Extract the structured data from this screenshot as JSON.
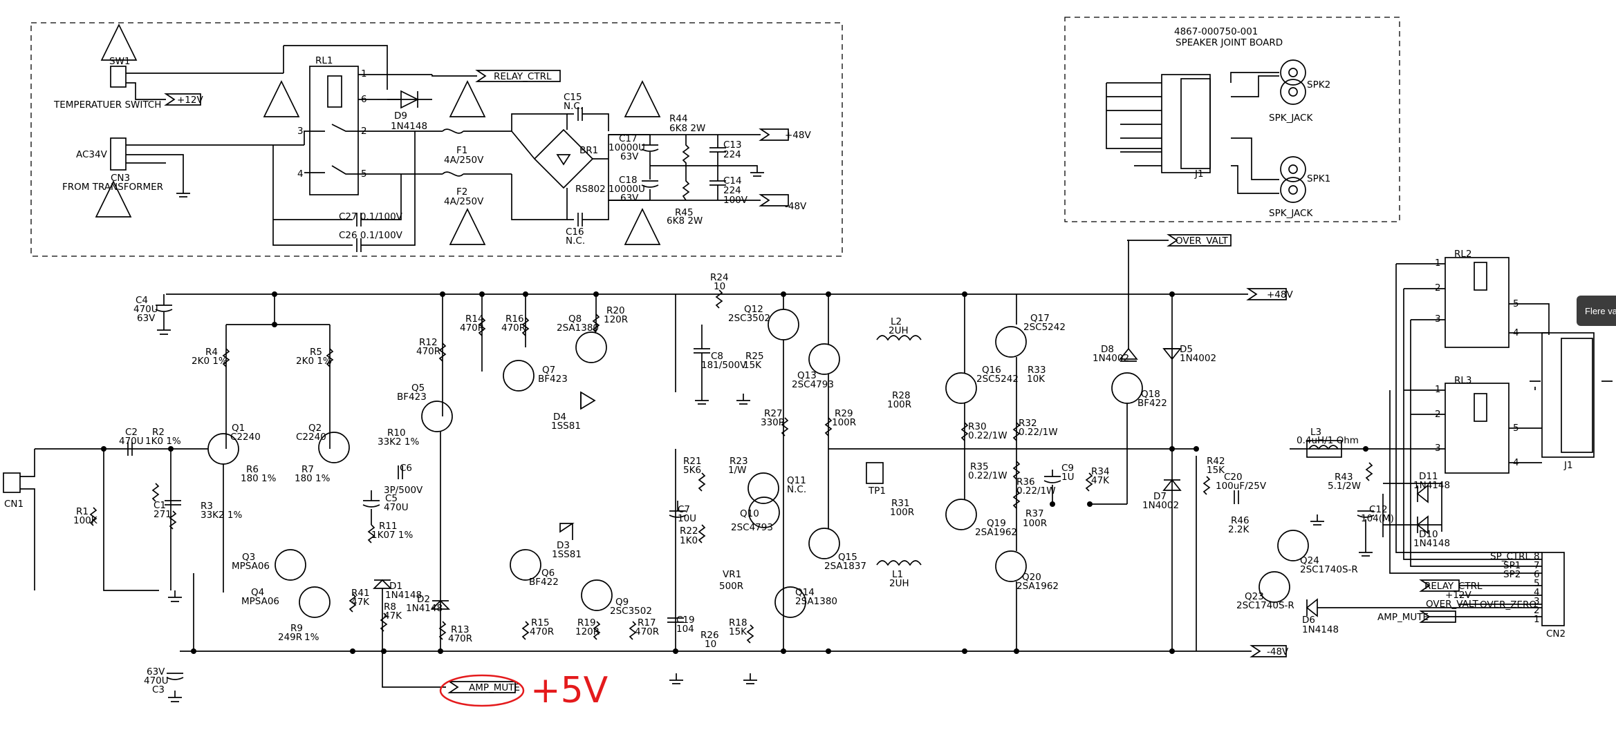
{
  "power_section": {
    "sw1_ref": "SW1",
    "sw1_name": "TEMPERATUER SWITCH",
    "plus12": "+12V",
    "rl1": "RL1",
    "relay_ctrl": "RELAY_CTRL",
    "d9_ref": "D9",
    "d9_val": "1N4148",
    "cn3_in": "AC34V",
    "cn3_ref": "CN3",
    "cn3_from": "FROM TRANSFORMER",
    "f1_ref": "F1",
    "f1_val": "4A/250V",
    "f2_ref": "F2",
    "f2_val": "4A/250V",
    "c15_ref": "C15",
    "c15_val": "N.C.",
    "c16_ref": "C16",
    "c16_val": "N.C.",
    "br1_ref": "BR1",
    "br1_val": "RS802",
    "c17_ref": "C17",
    "c17_val": "10000U",
    "c17_v": "63V",
    "c18_ref": "C18",
    "c18_val": "10000U",
    "c18_v": "63V",
    "r44": "R44",
    "r44_val": "6K8  2W",
    "r45": "R45",
    "r45_val": "6K8  2W",
    "c13_ref": "C13",
    "c13_val": "224",
    "c14_ref": "C14",
    "c14_val": "224",
    "c14_v": "100V",
    "plus48": "+48V",
    "minus48": "-48V",
    "c27": "C27  0.1/100V",
    "c26": "C26  0.1/100V"
  },
  "speaker_board": {
    "title1": "4867-000750-001",
    "title2": "SPEAKER JOINT BOARD",
    "spk2": "SPK2",
    "spk1": "SPK1",
    "jack_a": "SPK_JACK",
    "jack_b": "SPK_JACK",
    "j1": "J1"
  },
  "amp": {
    "over_valt": "OVER_VALT",
    "plus48": "+48V",
    "minus48": "-48V",
    "c4": "C4",
    "c4_val": "470U",
    "c4_v": "63V",
    "r24": "R24",
    "r24_val": "10",
    "r4": "R4",
    "r4_val": "2K0  1%",
    "r5": "R5",
    "r5_val": "2K0  1%",
    "r14": "R14",
    "r14_val": "470R",
    "r16": "R16",
    "r16_val": "470R",
    "q8": "Q8",
    "q8_val": "2SA1380",
    "r20": "R20",
    "r20_val": "120R",
    "q12": "Q12",
    "q12_val": "2SC3502",
    "c8": "C8",
    "c8_val": "181/500V",
    "r25": "R25",
    "r25_val": "15K",
    "l2": "L2",
    "l2_val": "2UH",
    "q17": "Q17",
    "q17_val": "2SC5242",
    "d8": "D8",
    "d8_val": "1N4002",
    "d5": "D5",
    "d5_val": "1N4002",
    "r12": "R12",
    "r12_val": "470R",
    "q7": "Q7",
    "q7_val": "BF423",
    "q13": "Q13",
    "q13_val": "2SC4793",
    "q16": "Q16",
    "q16_val": "2SC5242",
    "r33": "R33",
    "r33_val": "10K",
    "q18": "Q18",
    "q18_val": "BF422",
    "q5": "Q5",
    "q5_val": "BF423",
    "d4": "D4",
    "d4_val": "1SS81",
    "r28": "R28",
    "r28_val": "100R",
    "r27": "R27",
    "r27_val": "330R",
    "r29": "R29",
    "r29_val": "100R",
    "r30": "R30",
    "r30_val": "0.22/1W",
    "r32": "R32",
    "r32_val": "0.22/1W",
    "q1": "Q1",
    "q1_val": "C2240",
    "q2": "Q2",
    "q2_val": "C2240",
    "r10": "R10",
    "r10_val": "33K2  1%",
    "c2": "C2",
    "c2_val": "470U",
    "r2": "R2",
    "r2_val": "1K0  1%",
    "r21": "R21",
    "r21_val": "5K6",
    "r23": "R23",
    "r23_val": "1/W",
    "q11": "Q11",
    "q11_val": "N.C.",
    "l3": "L3",
    "l3_val": "0.4uH/1 Ohm",
    "r43": "R43",
    "r43_val": "5.1/2W",
    "r42": "R42",
    "r42_val": "15K",
    "c20": "C20",
    "c20_val": "100uF/25V",
    "c6": "C6",
    "c6_val": "3P/500V",
    "tp1": "TP1",
    "r35": "R35",
    "r35_val": "0.22/1W",
    "c9": "C9",
    "c9_val": "1U",
    "r34": "R34",
    "r34_val": "47K",
    "r6": "R6",
    "r6_val": "180  1%",
    "r7": "R7",
    "r7_val": "180  1%",
    "c5": "C5",
    "c5_val": "470U",
    "c7": "C7",
    "c7_val": "10U",
    "q10": "Q10",
    "q10_val": "2SC4793",
    "r36": "R36",
    "r36_val": "0.22/1W",
    "d7": "D7",
    "d7_val": "1N4002",
    "c12": "C12",
    "c12_val": "104(M)",
    "cn1": "CN1",
    "r1": "R1",
    "r1_val": "100K",
    "c1": "C1",
    "c1_val": "271",
    "r3": "R3",
    "r3_val": "33K2  1%",
    "r11": "R11",
    "r11_val": "1K07  1%",
    "r31": "R31",
    "r31_val": "100R",
    "q19": "Q19",
    "q19_val": "2SA1962",
    "r37": "R37",
    "r37_val": "100R",
    "r46": "R46",
    "r46_val": "2.2K",
    "q24": "Q24",
    "q24_val": "2SC1740S-R",
    "r22": "R22",
    "r22_val": "1K0",
    "d3": "D3",
    "d3_val": "1SS81",
    "q15": "Q15",
    "q15_val": "2SA1837",
    "q3": "Q3",
    "q3_val": "MPSA06",
    "q4": "Q4",
    "q4_val": "MPSA06",
    "d1": "D1",
    "d1_val": "1N4148",
    "q6": "Q6",
    "q6_val": "BF422",
    "vr1": "VR1",
    "vr1_val": "500R",
    "l1": "L1",
    "l1_val": "2UH",
    "q20": "Q20",
    "q20_val": "2SA1962",
    "q23": "Q23",
    "q23_val": "2SC1740S-R",
    "r41": "R41",
    "r41_val": "47K",
    "r8": "R8",
    "r8_val": "47K",
    "d2": "D2",
    "d2_val": "1N4148",
    "q9": "Q9",
    "q9_val": "2SC3502",
    "q14": "Q14",
    "q14_val": "2SA1380",
    "d6": "D6",
    "d6_val": "1N4148",
    "r9": "R9",
    "r9_val": "249R",
    "r9_tol": "1%",
    "r13": "R13",
    "r13_val": "470R",
    "r15": "R15",
    "r15_val": "470R",
    "r19": "R19",
    "r19_val": "120R",
    "r17": "R17",
    "r17_val": "470R",
    "c19": "C19",
    "c19_val": "104",
    "r18": "R18",
    "r18_val": "15K",
    "r26": "R26",
    "r26_val": "10",
    "c3_v": "63V",
    "c3_val": "470U",
    "c3": "C3",
    "amp_mute": "AMP_MUTE",
    "plus5v": "+5V"
  },
  "right_section": {
    "rl2": "RL2",
    "rl3": "RL3",
    "j1": "J1",
    "d11": "D11",
    "d11_val": "1N4148",
    "d10": "D10",
    "d10_val": "1N4148",
    "cn2": "CN2",
    "sig_sp_ctrl": "SP_CTRL",
    "sig_sp1": "SP1",
    "sig_sp2": "SP2",
    "sig_relay": "RELAY_CTRL",
    "sig_12v": "+12V",
    "sig_over_valt": "OVER_VALT",
    "sig_over_zero": "OVER_ZERO",
    "sig_amp_mute": "AMP_MUTE",
    "pins": [
      "8",
      "7",
      "6",
      "5",
      "4",
      "3",
      "2",
      "1"
    ]
  },
  "overlay": {
    "tab_label": "Flere væ"
  },
  "colors": {
    "wire": "#000000",
    "annotation": "#e41a1c",
    "tab_bg": "#3c3c3c"
  }
}
